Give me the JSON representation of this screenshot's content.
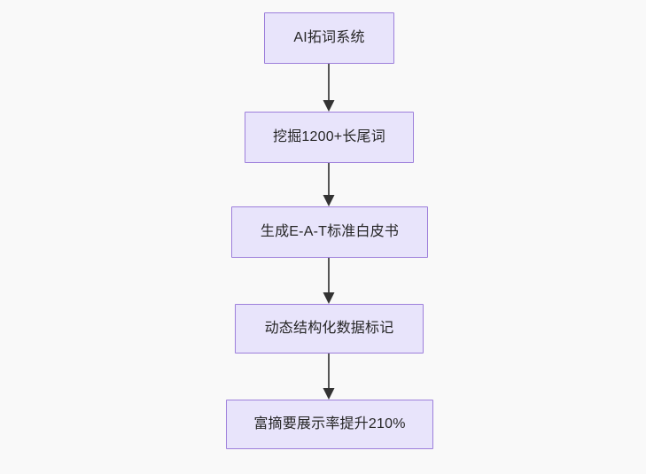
{
  "diagram": {
    "type": "flowchart",
    "orientation": "top-to-bottom",
    "background_color": "#f9f9f9",
    "node_fill_color": "#e8e4fb",
    "node_border_color": "#9d7fdb",
    "node_text_color": "#262626",
    "edge_color": "#555555",
    "arrowhead_color": "#333333",
    "nodes": [
      {
        "id": "node-0",
        "label": "AI拓词系统"
      },
      {
        "id": "node-1",
        "label": "挖掘1200+长尾词"
      },
      {
        "id": "node-2",
        "label": "生成E-A-T标准白皮书"
      },
      {
        "id": "node-3",
        "label": "动态结构化数据标记"
      },
      {
        "id": "node-4",
        "label": "富摘要展示率提升210%"
      }
    ],
    "edges": [
      {
        "id": "edge-0",
        "from": "node-0",
        "to": "node-1",
        "label": ""
      },
      {
        "id": "edge-1",
        "from": "node-1",
        "to": "node-2",
        "label": ""
      },
      {
        "id": "edge-2",
        "from": "node-2",
        "to": "node-3",
        "label": ""
      },
      {
        "id": "edge-3",
        "from": "node-3",
        "to": "node-4",
        "label": ""
      }
    ]
  }
}
